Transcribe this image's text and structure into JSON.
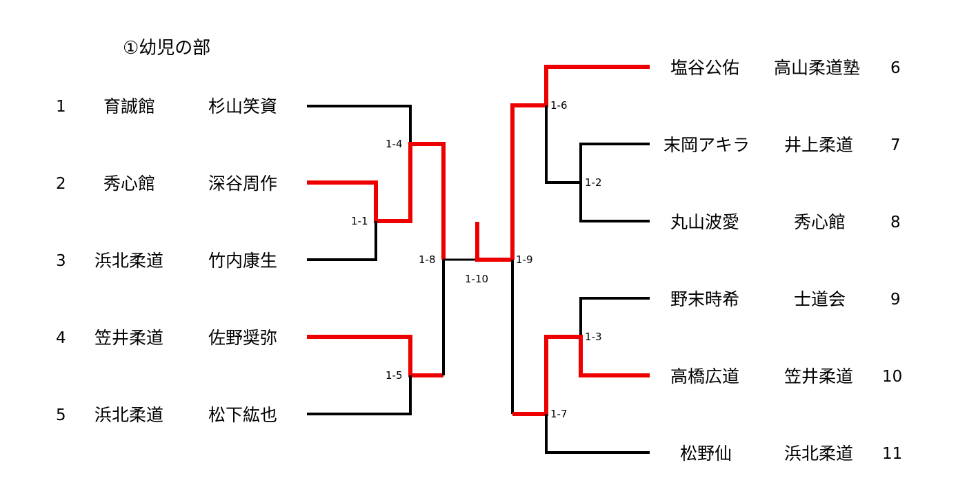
{
  "title": "①幼児の部",
  "left_entries": [
    {
      "num": "1",
      "club": "育誠館",
      "name": "杉山笑資"
    },
    {
      "num": "2",
      "club": "秀心館",
      "name": "深谷周作"
    },
    {
      "num": "3",
      "club": "浜北柔道",
      "name": "竹内康生"
    },
    {
      "num": "4",
      "club": "笠井柔道",
      "name": "佐野奨弥"
    },
    {
      "num": "5",
      "club": "浜北柔道",
      "name": "松下紘也"
    }
  ],
  "right_entries": [
    {
      "num": "6",
      "club": "高山柔道塾",
      "name": "塩谷公佑"
    },
    {
      "num": "7",
      "club": "井上柔道",
      "name": "末岡アキラ"
    },
    {
      "num": "8",
      "club": "秀心館",
      "name": "丸山波愛"
    },
    {
      "num": "9",
      "club": "士道会",
      "name": "野末時希"
    },
    {
      "num": "10",
      "club": "笠井柔道",
      "name": "高橋広道"
    },
    {
      "num": "11",
      "club": "浜北柔道",
      "name": "松野仙"
    }
  ],
  "matches": {
    "m1": "1-1",
    "m2": "1-2",
    "m3": "1-3",
    "m4": "1-4",
    "m5": "1-5",
    "m6": "1-6",
    "m7": "1-7",
    "m8": "1-8",
    "m9": "1-9",
    "m10": "1-10"
  },
  "colors": {
    "winner": "#ee0000",
    "line": "#000000"
  }
}
